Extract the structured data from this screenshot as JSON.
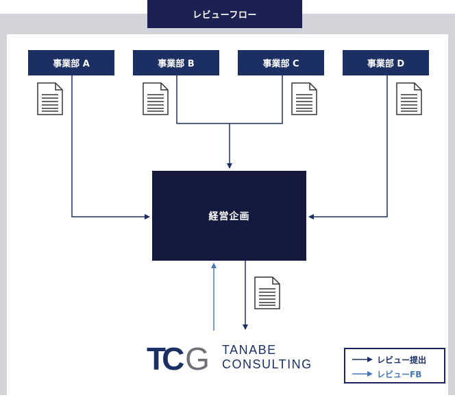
{
  "title": "レビューフロー",
  "departments": [
    {
      "label": "事業部 A"
    },
    {
      "label": "事業部 B"
    },
    {
      "label": "事業部 C"
    },
    {
      "label": "事業部 D"
    }
  ],
  "center": {
    "label": "経営企画"
  },
  "logo": {
    "mark": "TCG",
    "line1": "TANABE",
    "line2": "CONSULTING"
  },
  "legend": {
    "submit_label": "レビュー提出",
    "feedback_label": "レビューFB"
  },
  "colors": {
    "navy": "#1b2f63",
    "dark_navy": "#141a3d",
    "feedback_blue": "#4a78b5",
    "frame_gray": "#d2d4d9"
  },
  "icons": [
    "document-icon"
  ]
}
